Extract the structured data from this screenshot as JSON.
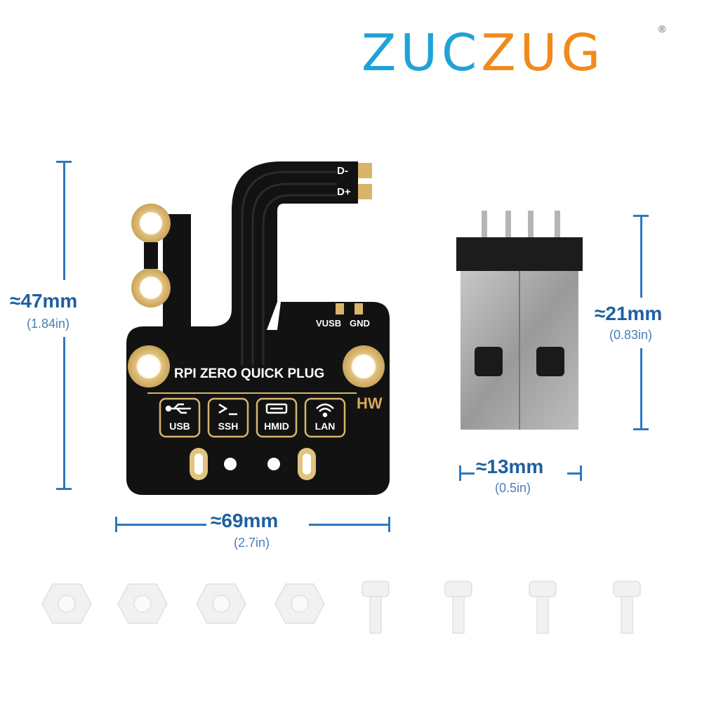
{
  "brand": {
    "letters": [
      {
        "char": "Z",
        "color": "#1ea3d8"
      },
      {
        "char": "U",
        "color": "#1ea3d8"
      },
      {
        "char": "C",
        "color": "#1ea3d8"
      },
      {
        "char": "Z",
        "color": "#f08a1c"
      },
      {
        "char": "U",
        "color": "#f08a1c"
      },
      {
        "char": "G",
        "color": "#f08a1c"
      }
    ],
    "registered": "®"
  },
  "dimensions": {
    "height": {
      "main": "≈47mm",
      "sub": "(1.84in)"
    },
    "width": {
      "main": "≈69mm",
      "sub": "(2.7in)"
    },
    "usb_height": {
      "main": "≈21mm",
      "sub": "(0.83in)"
    },
    "usb_width": {
      "main": "≈13mm",
      "sub": "(0.5in)"
    }
  },
  "board": {
    "title": "RPI ZERO QUICK PLUG",
    "pads_top": [
      "D-",
      "D+"
    ],
    "pads_mid": [
      "VUSB",
      "GND"
    ],
    "marker": "HW",
    "icons": [
      {
        "label": "USB",
        "icon": "usb-icon"
      },
      {
        "label": "SSH",
        "icon": "terminal-icon"
      },
      {
        "label": "HMID",
        "icon": "hdmi-port-icon"
      },
      {
        "label": "LAN",
        "icon": "wifi-icon"
      }
    ]
  },
  "colors": {
    "dimension_line": "#2e78c0",
    "dimension_text": "#1e5f9e",
    "pcb": "#121212",
    "gold": "#d9b56c"
  }
}
